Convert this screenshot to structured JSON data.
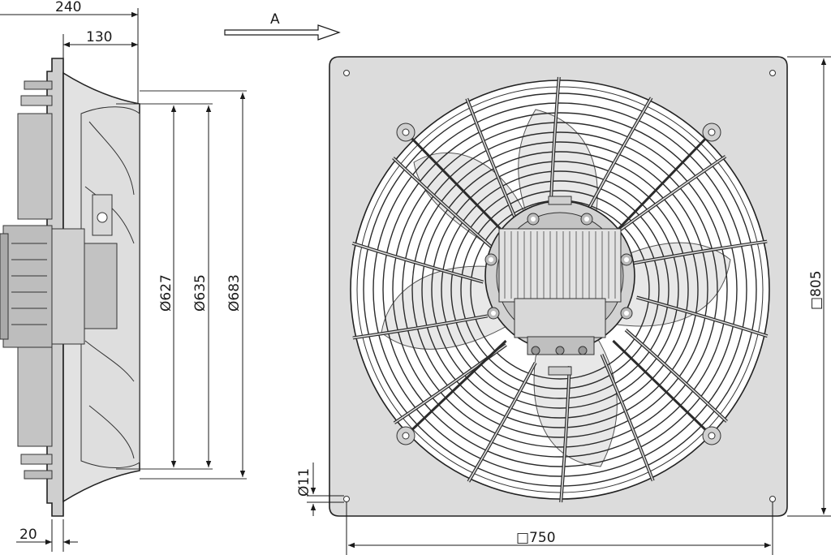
{
  "view_label": "A",
  "side_view": {
    "dim_overall_depth": "240",
    "dim_inlet_depth": "130",
    "dim_plate_thickness": "20",
    "dia_impeller": "Ø627",
    "dia_nozzle": "Ø635",
    "dia_guard": "Ø683"
  },
  "front_view": {
    "dim_plate_size": "□805",
    "dim_hole_spacing": "□750",
    "dia_mount_hole": "Ø11"
  },
  "colors": {
    "line": "#1a1a1a",
    "plate_fill": "#dcdcdc",
    "part_fill": "#c9c9c9",
    "blade_fill": "#e6e6e6"
  }
}
